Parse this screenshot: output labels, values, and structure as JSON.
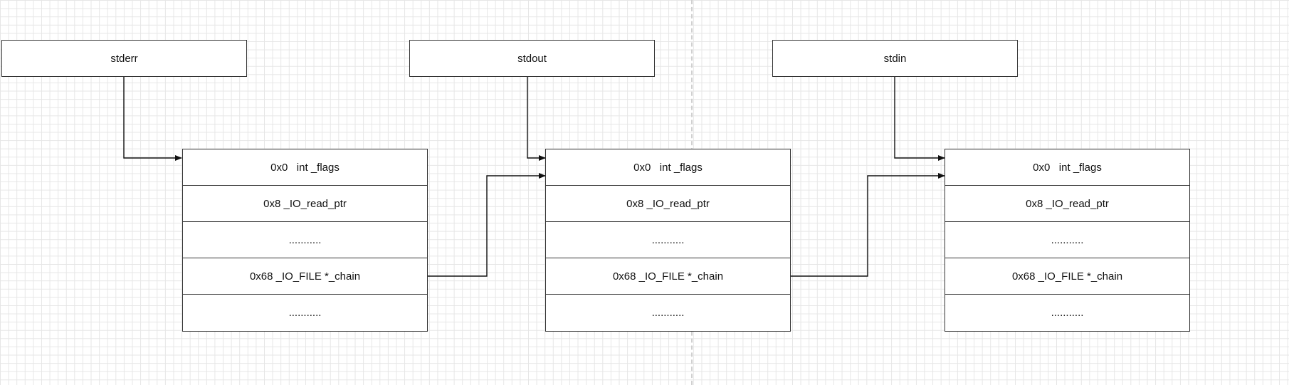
{
  "labels": {
    "stderr": "stderr",
    "stdout": "stdout",
    "stdin": "stdin"
  },
  "structs": {
    "stderr": {
      "fields": [
        "0x0   int _flags",
        "0x8 _IO_read_ptr",
        "...........",
        "0x68 _IO_FILE *_chain",
        "..........."
      ]
    },
    "stdout": {
      "fields": [
        "0x0   int _flags",
        "0x8 _IO_read_ptr",
        "...........",
        "0x68 _IO_FILE *_chain",
        "..........."
      ]
    },
    "stdin": {
      "fields": [
        "0x0   int _flags",
        "0x8 _IO_read_ptr",
        "...........",
        "0x68 _IO_FILE *_chain",
        "..........."
      ]
    }
  },
  "colors": {
    "stroke": "#333333",
    "grid": "#e6e6e6",
    "background": "#ffffff"
  }
}
